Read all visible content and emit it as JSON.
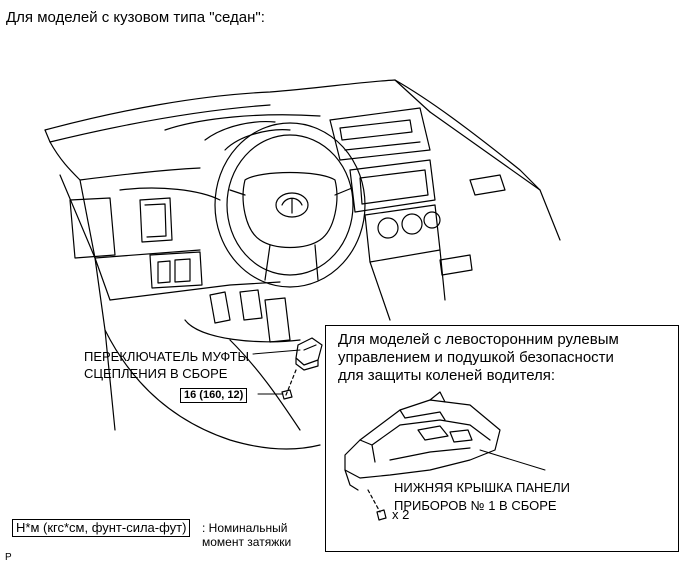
{
  "title": "Для моделей с кузовом типа \"седан\":",
  "clutch_switch": {
    "label": "ПЕРЕКЛЮЧАТЕЛЬ МУФТЫ\nСЦЕПЛЕНИЯ В СБОРЕ",
    "torque": "16 (160, 12)"
  },
  "inset": {
    "heading": "Для моделей с левосторонним рулевым\nуправлением и подушкой безопасности\nдля защиты коленей водителя:",
    "cover_label": "НИЖНЯЯ КРЫШКА ПАНЕЛИ\nПРИБОРОВ № 1 В СБОРЕ",
    "fastener_qty": "x 2"
  },
  "legend": {
    "unit_box": "Н*м (кгс*см, фунт-сила-фут)",
    "description": ": Номинальный\nмомент затяжки"
  },
  "corner_mark": "P"
}
